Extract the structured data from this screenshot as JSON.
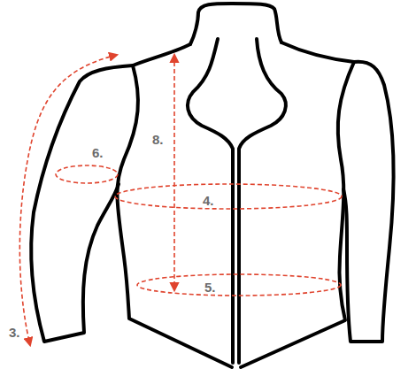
{
  "diagram": {
    "labels": [
      "8.",
      "6.",
      "4.",
      "5.",
      "3."
    ]
  }
}
